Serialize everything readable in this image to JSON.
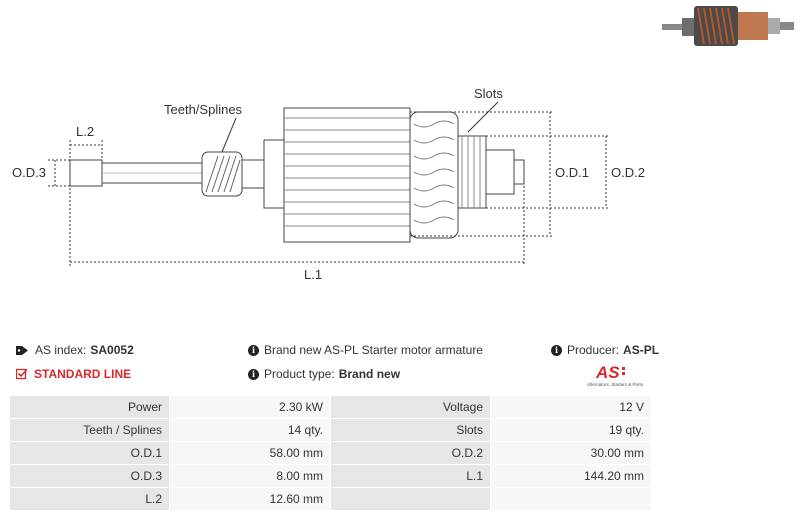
{
  "diagram": {
    "labels": {
      "teeth": "Teeth/Splines",
      "slots": "Slots",
      "l2": "L.2",
      "od3": "O.D.3",
      "od1": "O.D.1",
      "od2": "O.D.2",
      "l1": "L.1"
    }
  },
  "info": {
    "as_index_label": "AS index:",
    "as_index_value": "SA0052",
    "standard_line": "STANDARD LINE",
    "description": "Brand new AS-PL Starter motor armature",
    "product_type_label": "Product type:",
    "product_type_value": "Brand new",
    "producer_label": "Producer:",
    "producer_value": "AS-PL"
  },
  "logo": {
    "mark": "AS",
    "tagline": "Alternators, Starters & Parts"
  },
  "specs": [
    {
      "label": "Power",
      "value": "2.30 kW",
      "label2": "Voltage",
      "value2": "12 V"
    },
    {
      "label": "Teeth / Splines",
      "value": "14 qty.",
      "label2": "Slots",
      "value2": "19 qty."
    },
    {
      "label": "O.D.1",
      "value": "58.00 mm",
      "label2": "O.D.2",
      "value2": "30.00 mm"
    },
    {
      "label": "O.D.3",
      "value": "8.00 mm",
      "label2": "L.1",
      "value2": "144.20 mm"
    },
    {
      "label": "L.2",
      "value": "12.60 mm",
      "label2": "",
      "value2": ""
    }
  ],
  "colors": {
    "accent": "#d9272e",
    "label_bg": "#e6e6e6",
    "value_bg": "#f7f7f7",
    "copper": "#b5562a"
  }
}
